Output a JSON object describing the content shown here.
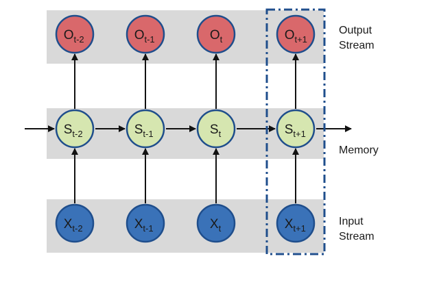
{
  "colors": {
    "band": "#d9d9d9",
    "output_fill": "#d9686b",
    "memory_fill": "#d6e6b0",
    "input_fill": "#3a72b8",
    "node_stroke": "#1f4e8c",
    "dash_box": "#1f4e8c",
    "arrow": "#111111"
  },
  "rows": {
    "output": {
      "label_lines": [
        "Output",
        "Stream"
      ],
      "nodes": [
        {
          "base": "O",
          "sub": "t-2"
        },
        {
          "base": "O",
          "sub": "t-1"
        },
        {
          "base": "O",
          "sub": "t"
        },
        {
          "base": "O",
          "sub": "t+1"
        }
      ]
    },
    "memory": {
      "label_lines": [
        "Memory"
      ],
      "nodes": [
        {
          "base": "S",
          "sub": "t-2"
        },
        {
          "base": "S",
          "sub": "t-1"
        },
        {
          "base": "S",
          "sub": "t"
        },
        {
          "base": "S",
          "sub": "t+1"
        }
      ]
    },
    "input": {
      "label_lines": [
        "Input",
        "Stream"
      ],
      "nodes": [
        {
          "base": "X",
          "sub": "t-2"
        },
        {
          "base": "X",
          "sub": "t-1"
        },
        {
          "base": "X",
          "sub": "t"
        },
        {
          "base": "X",
          "sub": "t+1"
        }
      ]
    }
  }
}
